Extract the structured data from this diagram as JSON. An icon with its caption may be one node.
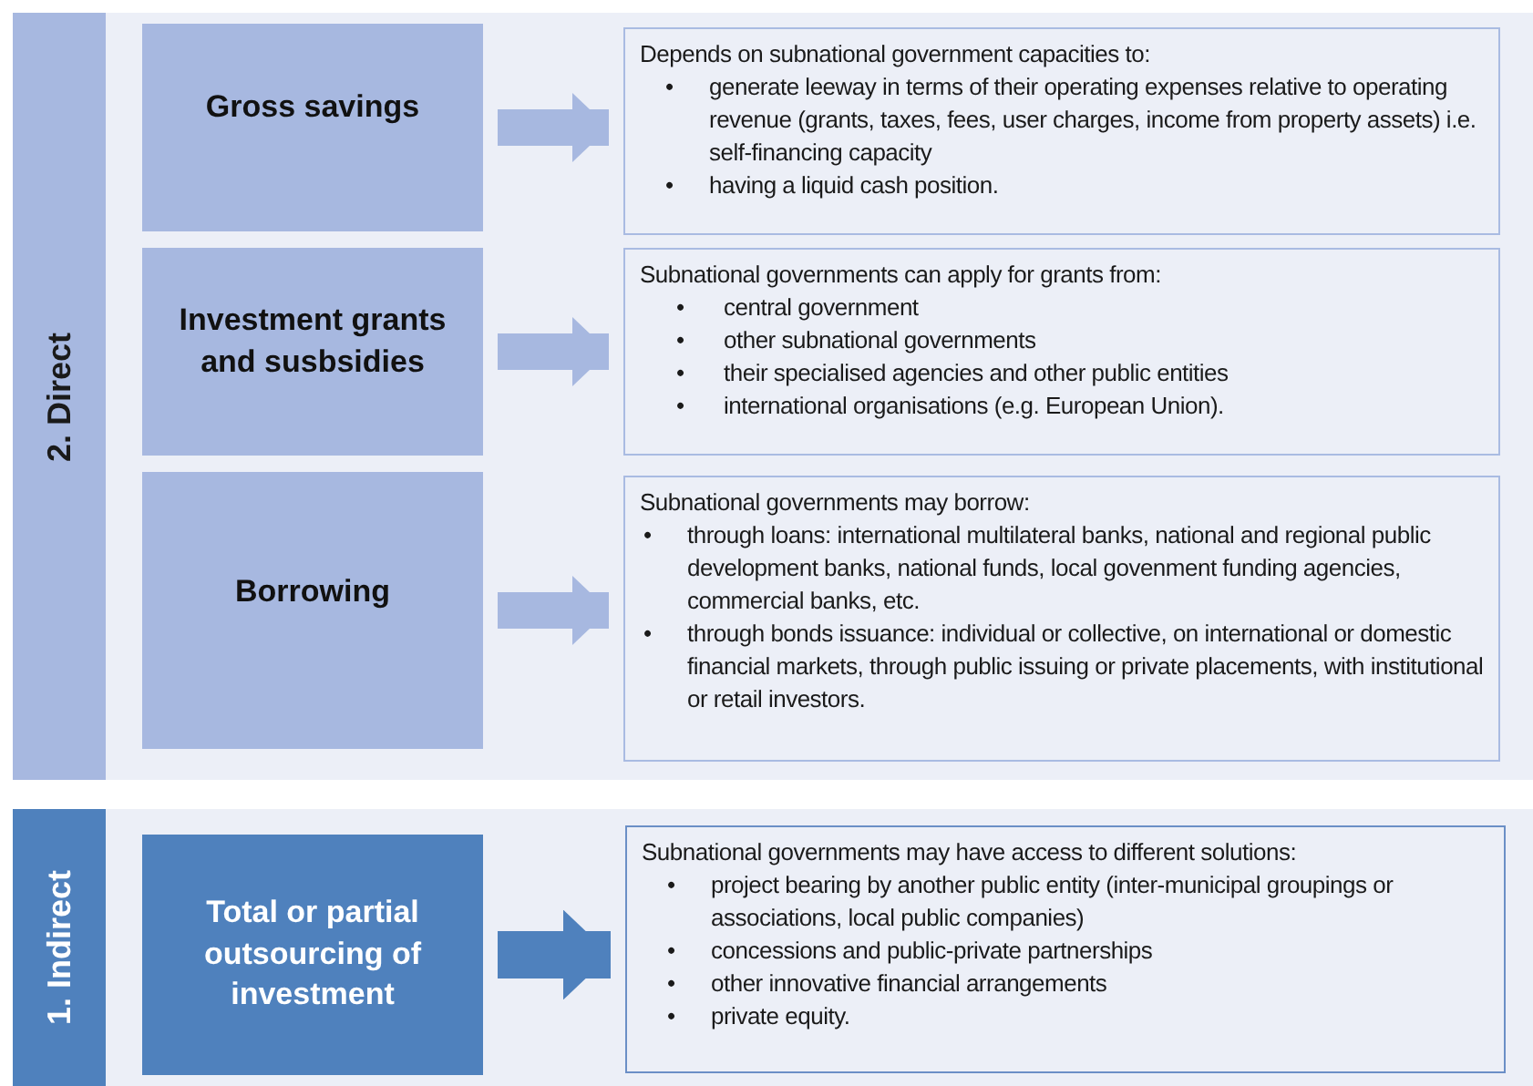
{
  "diagram": {
    "nodes": [
      {
        "text": [
          "2. Direct"
        ]
      },
      {
        "text": [
          "Gross savings"
        ],
        "in": 0
      },
      {
        "text": [
          "Depends on subnational government capacities to:",
          "generate leeway in terms of their operating expenses relative to operating revenue (grants, taxes, fees, user charges, income from property assets) i.e. self-financing capacity",
          "having a liquid cash position."
        ],
        "in": 0
      },
      {
        "text": [
          "Investment grants and susbsidies"
        ],
        "in": 0
      },
      {
        "text": [
          "Subnational governments can apply for grants from:",
          "central government",
          "other subnational governments",
          "their specialised agencies and other public entities",
          "international organisations (e.g. European Union)."
        ],
        "in": 0
      },
      {
        "text": [
          "Borrowing"
        ],
        "in": 0
      },
      {
        "text": [
          "Subnational governments may borrow:",
          "through loans: international multilateral banks, national and regional public development banks, national funds, local govenment funding agencies, commercial banks, etc.",
          "through bonds issuance: individual or collective, on international or domestic financial markets, through public issuing or private placements, with institutional or retail investors."
        ],
        "in": 0
      },
      {
        "text": [
          "1. Indirect"
        ]
      },
      {
        "text": [
          "Total or partial outsourcing of investment"
        ],
        "in": 7
      },
      {
        "text": [
          "Subnational governments may have access to different solutions:",
          "project bearing by another public entity (inter-municipal groupings or associations, local public companies)",
          "concessions and public-private partnerships",
          "other innovative financial arrangements",
          "private equity."
        ],
        "in": 7
      }
    ],
    "edges": [
      {
        "from": 1,
        "to": 2,
        "arrow": "to"
      },
      {
        "from": 3,
        "to": 4,
        "arrow": "to"
      },
      {
        "from": 5,
        "to": 6,
        "arrow": "to"
      },
      {
        "from": 8,
        "to": 9,
        "arrow": "to",
        "color": "#4f81bd"
      }
    ],
    "labels": [
      "•",
      "•",
      "•",
      "•",
      "•",
      "•",
      "•",
      "•",
      "•",
      "•",
      "•",
      "•"
    ]
  }
}
